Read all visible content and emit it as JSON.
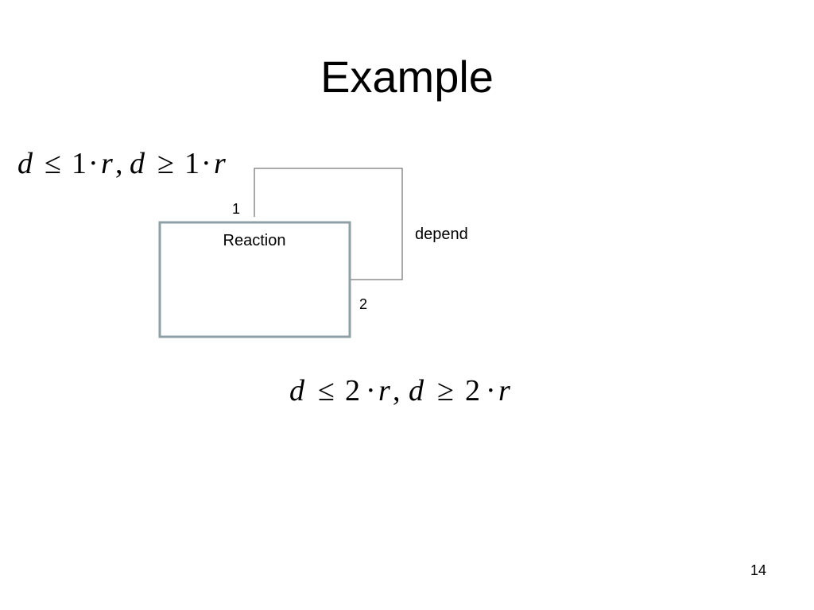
{
  "slide": {
    "title": "Example",
    "page_number": "14"
  },
  "diagram": {
    "constraint_top": {
      "d1": "d",
      "le": "≤",
      "one_a": "1",
      "dot_a": "·",
      "r1": "r",
      "comma": ",",
      "d2": "d",
      "ge": "≥",
      "one_b": "1",
      "dot_b": "·",
      "r2": "r"
    },
    "constraint_bottom": {
      "d1": "d",
      "le": "≤",
      "two_a": "2",
      "dot_a": "·",
      "r1": "r",
      "comma": ",",
      "d2": "d",
      "ge": "≥",
      "two_b": "2",
      "dot_b": "·",
      "r2": "r"
    },
    "box_label": "Reaction",
    "relation_label": "depend",
    "port_1_label": "1",
    "port_2_label": "2",
    "colors": {
      "box_border": "#8fa0a5",
      "line": "#555555"
    }
  }
}
